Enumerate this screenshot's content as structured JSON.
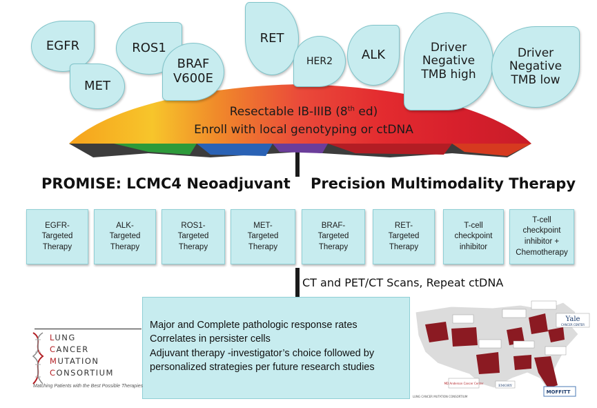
{
  "drops": {
    "egfr": "EGFR",
    "met": "MET",
    "ros1": "ROS1",
    "braf_l1": "BRAF",
    "braf_l2": "V600E",
    "ret": "RET",
    "her2": "HER2",
    "alk": "ALK",
    "dn_high_l1": "Driver",
    "dn_high_l2": "Negative",
    "dn_high_l3": "TMB high",
    "dn_low_l1": "Driver",
    "dn_low_l2": "Negative",
    "dn_low_l3": "TMB low"
  },
  "umbrella": {
    "line1_prefix": "Resectable IB-IIIB (8",
    "line1_sup": "th",
    "line1_suffix": " ed)",
    "line2": "Enroll with local genotyping or ctDNA"
  },
  "heading": {
    "left": "PROMISE: LCMC4 Neoadjuvant",
    "right": "Precision  Multimodality Therapy"
  },
  "therapies": [
    {
      "l1": "EGFR-",
      "l2": "Targeted",
      "l3": "Therapy"
    },
    {
      "l1": "ALK-",
      "l2": "Targeted",
      "l3": "Therapy"
    },
    {
      "l1": "ROS1-",
      "l2": "Targeted",
      "l3": "Therapy"
    },
    {
      "l1": "MET-",
      "l2": "Targeted",
      "l3": "Therapy"
    },
    {
      "l1": "BRAF-",
      "l2": "Targeted",
      "l3": "Therapy"
    },
    {
      "l1": "RET-",
      "l2": "Targeted",
      "l3": "Therapy"
    },
    {
      "l1": "T-cell",
      "l2": "checkpoint",
      "l3": "inhibitor"
    },
    {
      "l1": "T-cell",
      "l2": "checkpoint",
      "l3": "inhibitor +",
      "l4": "Chemotherapy"
    }
  ],
  "scans": "CT and PET/CT Scans, Repeat ctDNA",
  "response": {
    "line1": "Major and Complete pathologic response rates",
    "line2": "Correlates  in persister cells",
    "line3": "Adjuvant therapy -investigator’s choice followed by",
    "line4": "personalized strategies per future research studies"
  },
  "logo": {
    "w1": "UNG",
    "w1c": "L",
    "w2": "ANCER",
    "w2c": "C",
    "w3": "UTATION",
    "w3c": "M",
    "w4": "ONSORTIUM",
    "w4c": "C",
    "tagline": "Matching Patients with the Best Possible Therapies"
  },
  "map_labels": {
    "yale_l1": "Yale",
    "yale_l2": "CANCER CENTER",
    "moffitt": "MOFFITT",
    "mdanderson": "MD Anderson Cancer Center",
    "emory": "EMORY",
    "consortium": "LUNG CANCER MUTATION CONSORTIUM"
  },
  "colors": {
    "drop_fill": "#c7ecef",
    "box_fill": "#c7ecef",
    "state_red": "#8b1a22",
    "state_gray": "#dcdcdc"
  }
}
